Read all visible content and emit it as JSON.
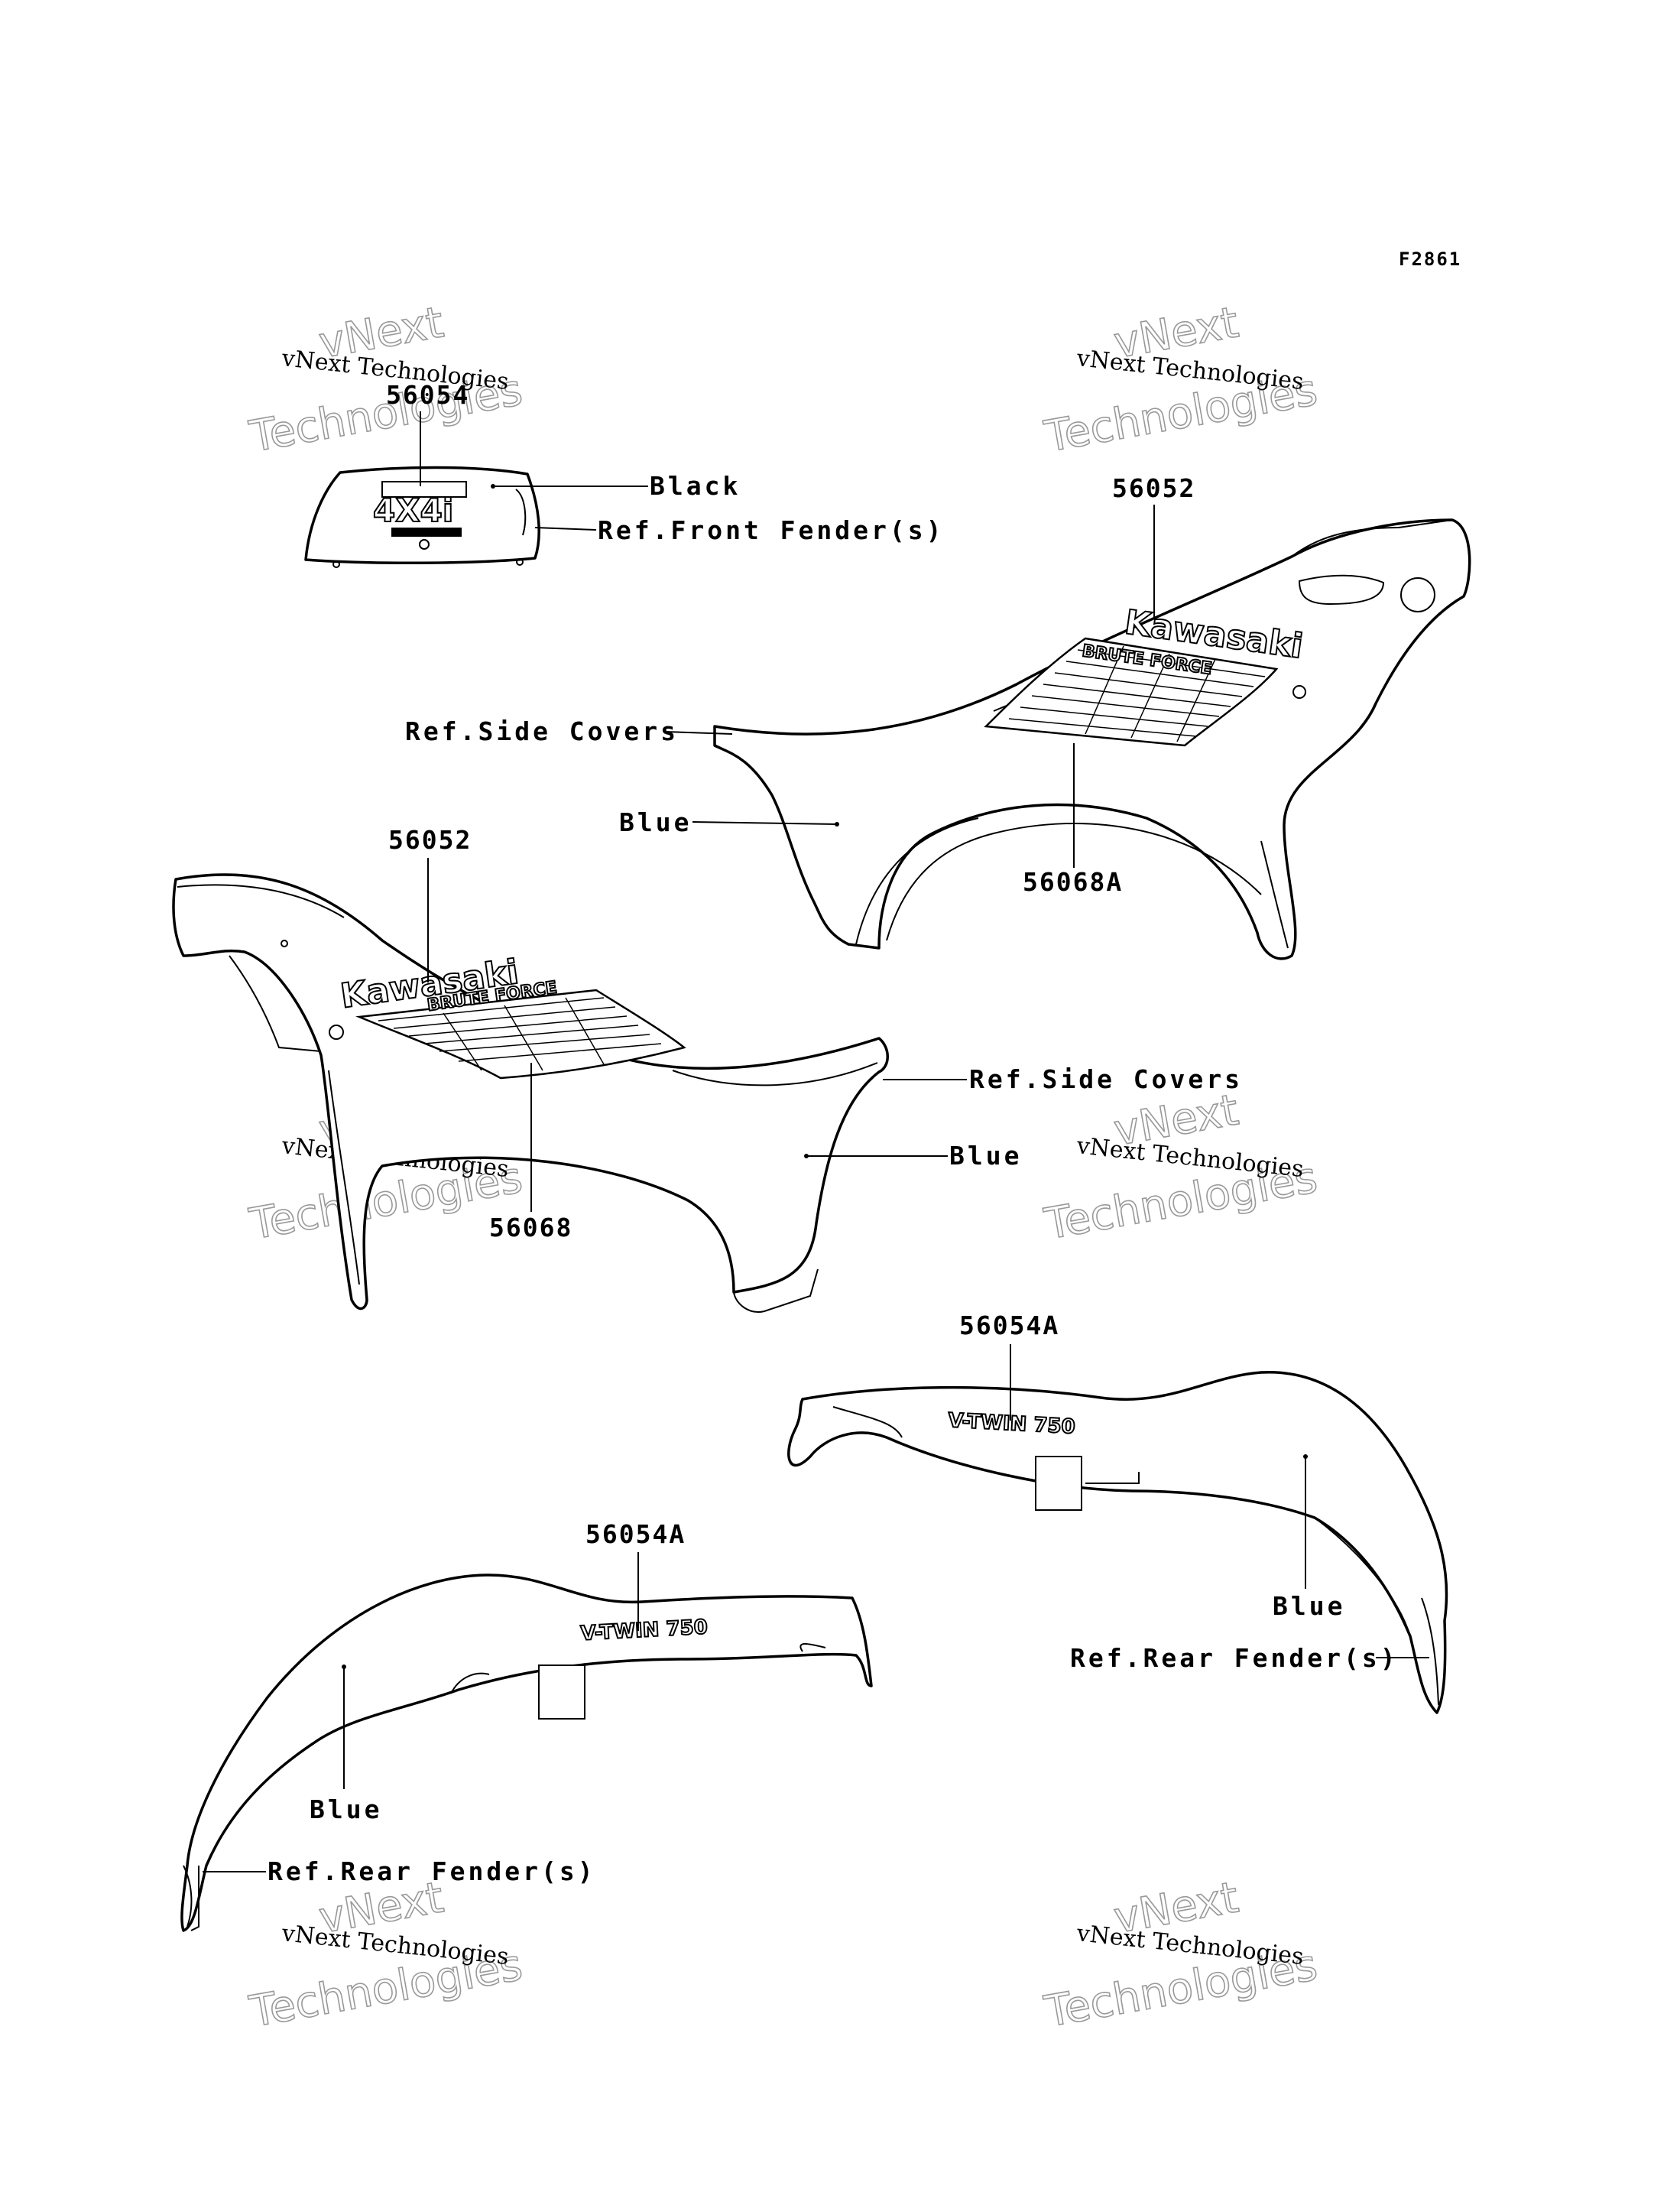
{
  "figure_code": "F2861",
  "watermark": {
    "line1": "vNext",
    "line2": "vNext Technologies",
    "line3": "Technologies"
  },
  "parts": {
    "front_fender_decal": {
      "number": "56054",
      "color": "Black",
      "ref": "Ref.Front Fender(s)",
      "decal_text": "4X4i"
    },
    "right_side_cover": {
      "number": "56052",
      "stripe_number": "56068A",
      "color": "Blue",
      "ref": "Ref.Side Covers",
      "brand": "Kawasaki",
      "model": "BRUTE FORCE"
    },
    "left_side_cover": {
      "number": "56052",
      "stripe_number": "56068",
      "color": "Blue",
      "ref": "Ref.Side Covers",
      "brand": "Kawasaki",
      "model": "BRUTE FORCE"
    },
    "right_rear_fender": {
      "number": "56054A",
      "color": "Blue",
      "ref": "Ref.Rear Fender(s)",
      "decal_text": "V-TWIN 750"
    },
    "left_rear_fender": {
      "number": "56054A",
      "color": "Blue",
      "ref": "Ref.Rear Fender(s)",
      "decal_text": "V-TWIN 750"
    }
  }
}
